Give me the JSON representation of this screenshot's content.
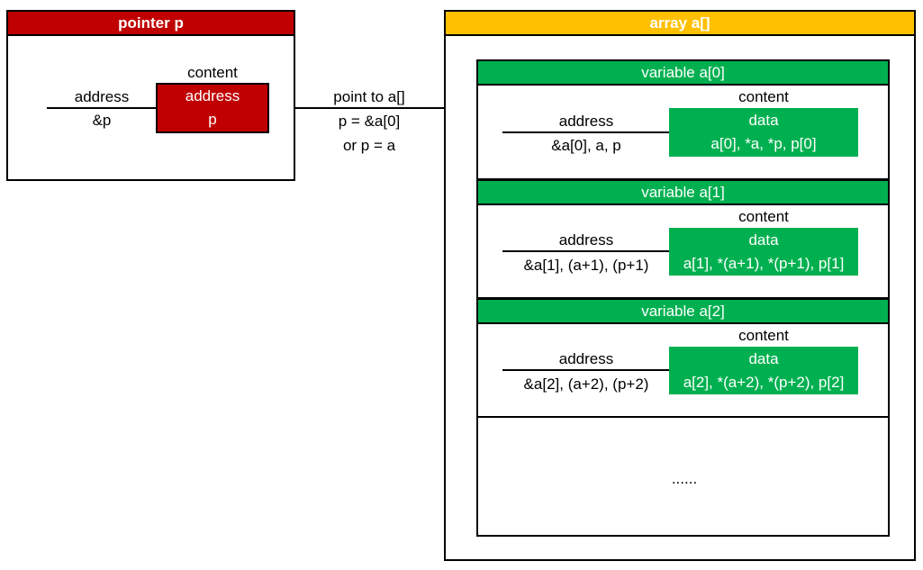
{
  "colors": {
    "pointer_header": "#c00000",
    "array_header": "#ffc000",
    "variable_header": "#00b050",
    "data_cell": "#00b050"
  },
  "pointer": {
    "title": "pointer p",
    "content_label": "content",
    "address_label": "address",
    "address_value": "&p",
    "cell_line1": "address",
    "cell_line2": "p"
  },
  "link": {
    "line1": "point to a[]",
    "line2": "p = &a[0]",
    "line3": "or p = a"
  },
  "array": {
    "title": "array a[]",
    "ellipsis": "......",
    "variables": [
      {
        "header": "variable a[0]",
        "content_label": "content",
        "address_label": "address",
        "address_value": "&a[0], a, p",
        "data_label": "data",
        "data_value": "a[0], *a, *p, p[0]"
      },
      {
        "header": "variable a[1]",
        "content_label": "content",
        "address_label": "address",
        "address_value": "&a[1], (a+1), (p+1)",
        "data_label": "data",
        "data_value": "a[1], *(a+1), *(p+1), p[1]"
      },
      {
        "header": "variable a[2]",
        "content_label": "content",
        "address_label": "address",
        "address_value": "&a[2], (a+2), (p+2)",
        "data_label": "data",
        "data_value": "a[2], *(a+2), *(p+2), p[2]"
      }
    ]
  }
}
